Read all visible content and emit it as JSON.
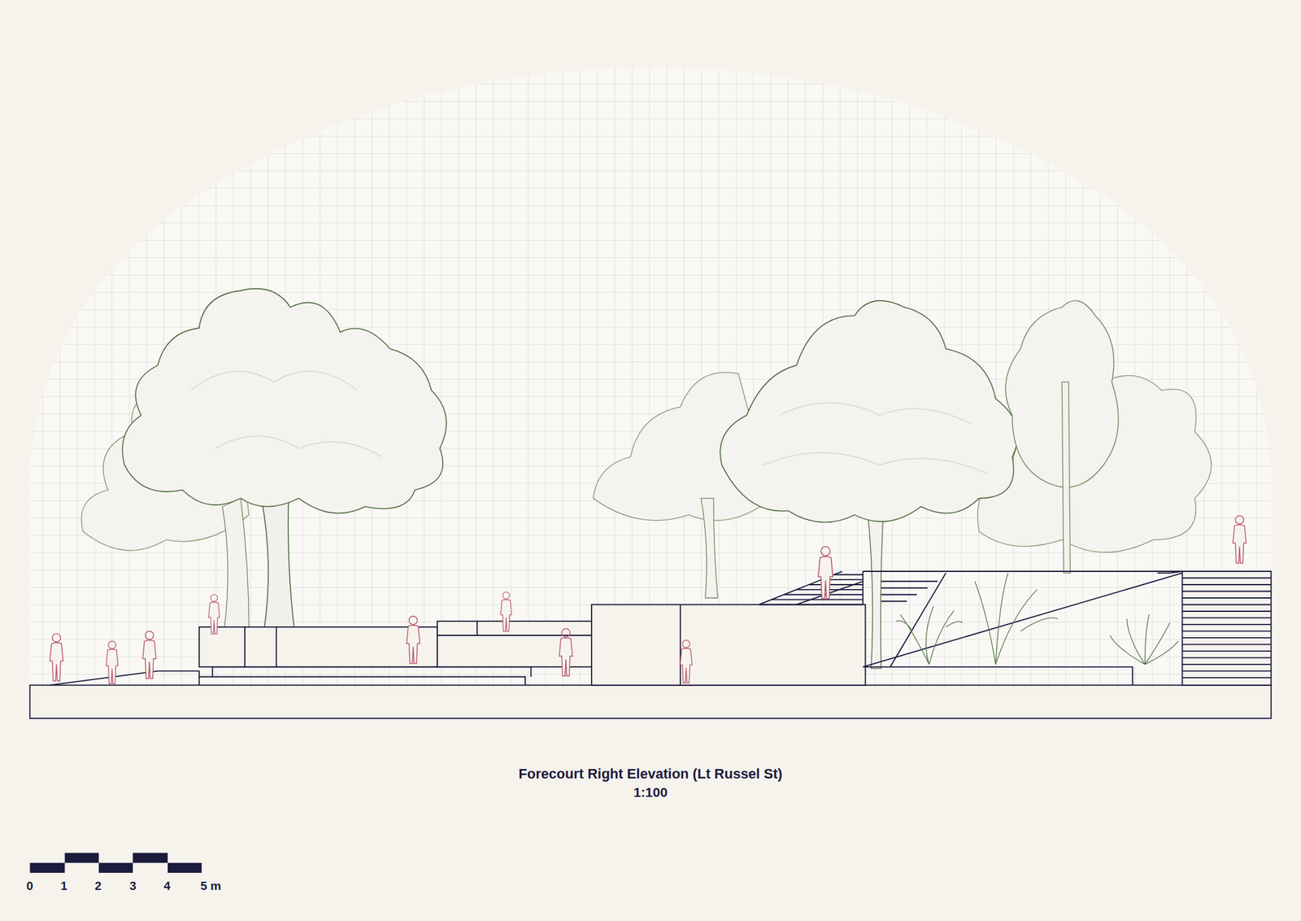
{
  "diagram": {
    "title": "Forecourt Right Elevation (Lt Russel St)",
    "labels": [
      "1:100",
      "0",
      "1",
      "2",
      "3",
      "4",
      "5 m"
    ]
  }
}
